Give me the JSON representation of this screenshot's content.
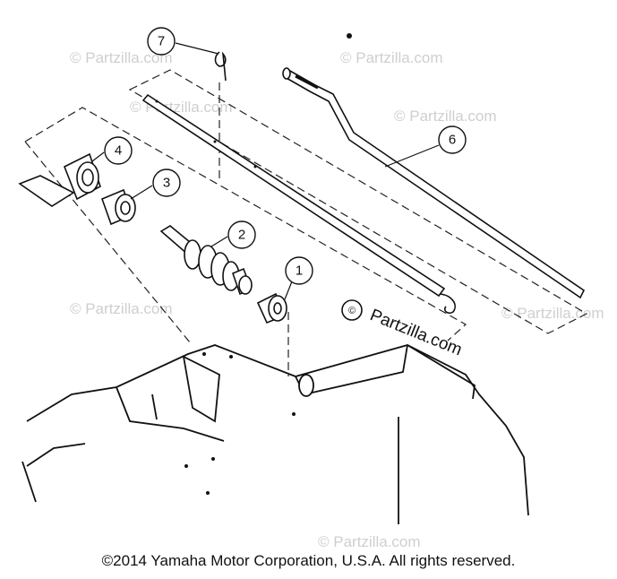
{
  "callouts": [
    {
      "id": "1",
      "label": "1"
    },
    {
      "id": "2",
      "label": "2"
    },
    {
      "id": "3",
      "label": "3"
    },
    {
      "id": "4",
      "label": "4"
    },
    {
      "id": "6",
      "label": "6"
    },
    {
      "id": "7",
      "label": "7"
    }
  ],
  "watermark": {
    "text": "© Partzilla.com",
    "brand": "Partzilla.com"
  },
  "footer": {
    "copyright": "©2014  Yamaha Motor Corporation, U.S.A. All rights reserved."
  }
}
